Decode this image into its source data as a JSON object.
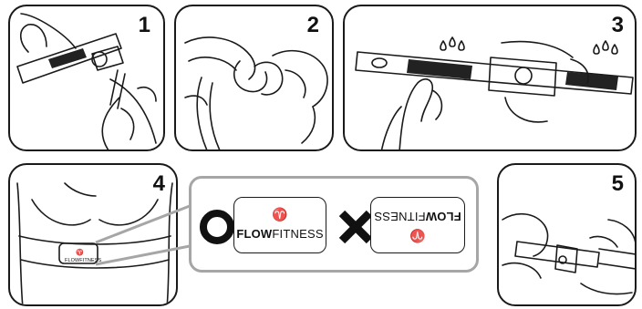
{
  "steps": [
    "1",
    "2",
    "3",
    "4",
    "5"
  ],
  "brand": {
    "name_bold": "FLOW",
    "name_light": "FITNESS",
    "logo_icon": "flow-fitness-logo-icon",
    "mini_label": "FLOWFITNESS"
  },
  "callout": {
    "correct_symbol": "circle-icon",
    "wrong_symbol": "cross-icon"
  }
}
